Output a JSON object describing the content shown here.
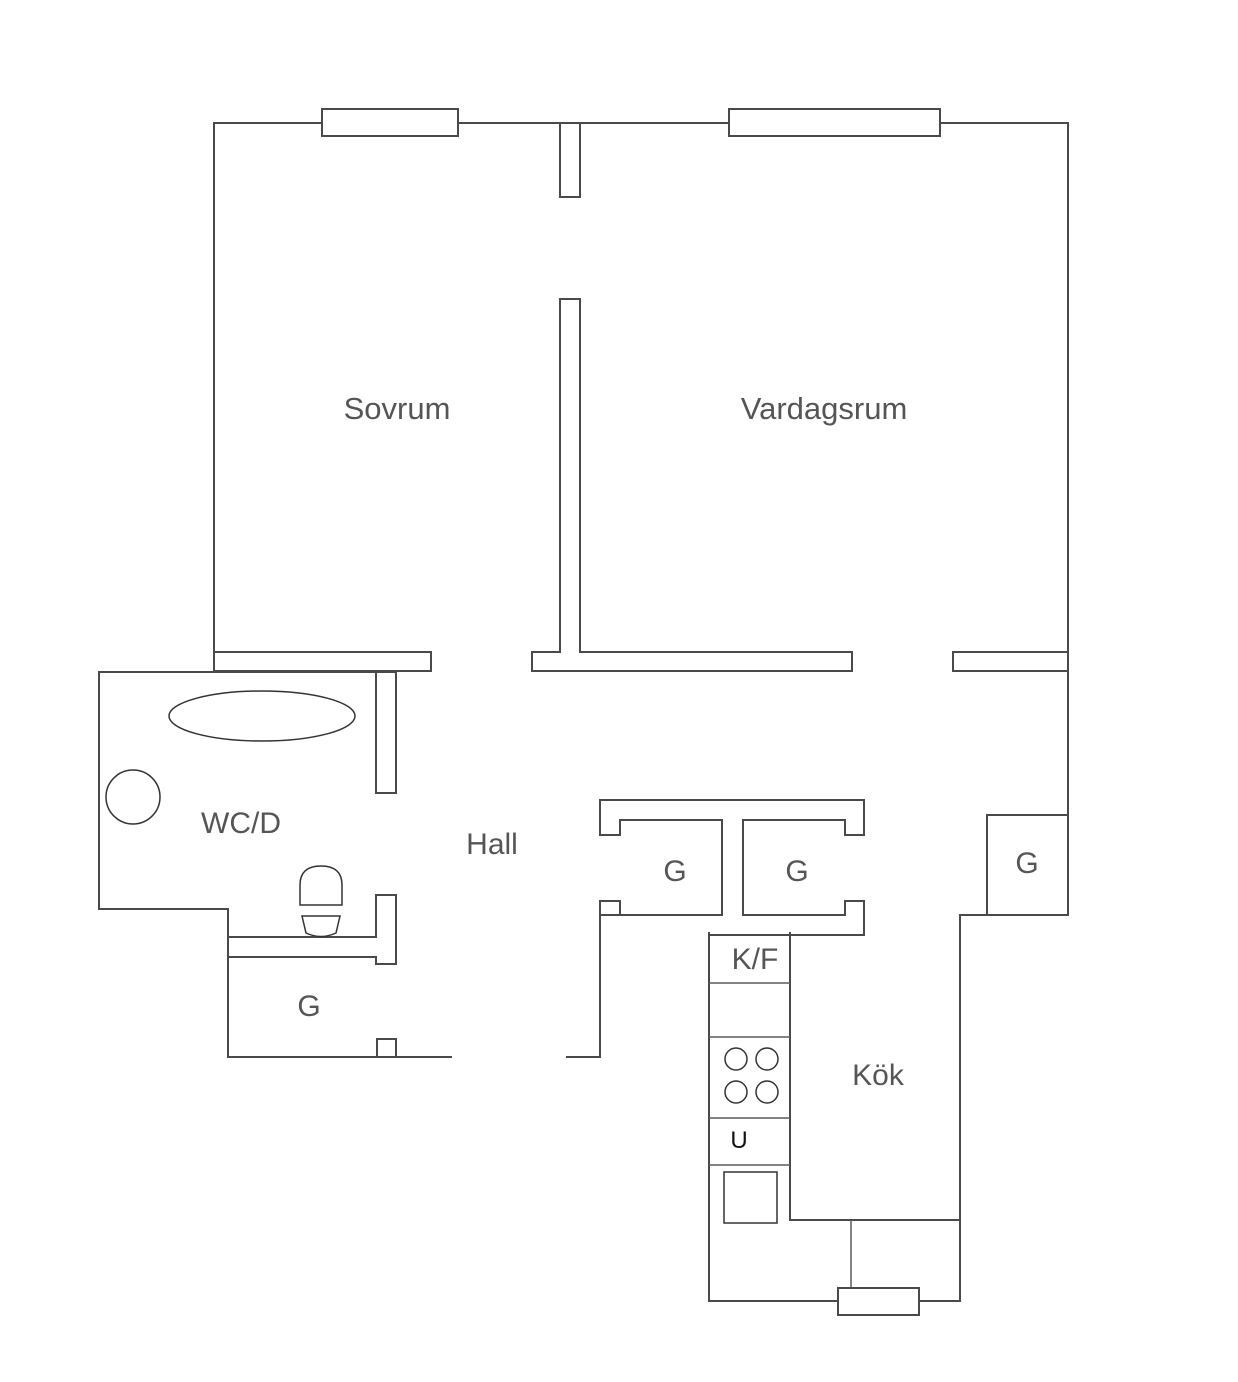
{
  "rooms": {
    "bedroom": "Sovrum",
    "living_room": "Vardagsrum",
    "bathroom": "WC/D",
    "hall": "Hall",
    "kitchen": "Kök"
  },
  "closets": {
    "hall_left": "G",
    "hall_middle": "G",
    "right": "G",
    "bathroom_side": "G"
  },
  "kitchen_labels": {
    "fridge_freezer": "K/F",
    "oven": "U"
  },
  "colors": {
    "line": "#4a4a4a",
    "label": "#555555",
    "background": "#ffffff"
  }
}
